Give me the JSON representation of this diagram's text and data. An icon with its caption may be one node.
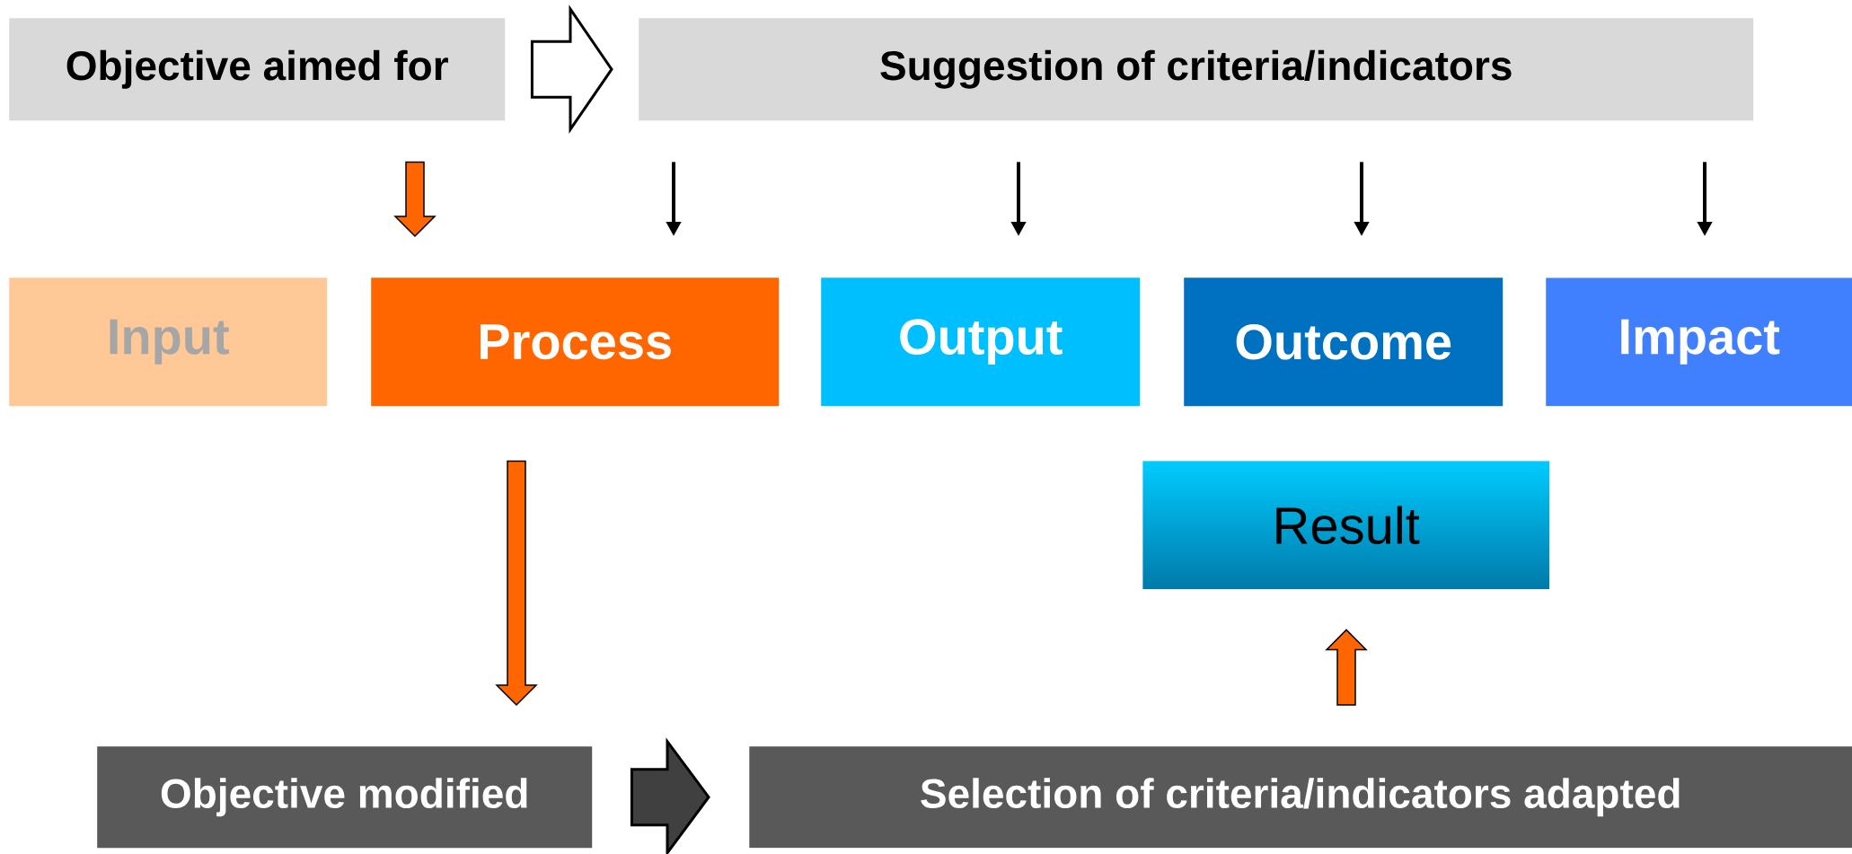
{
  "diagram": {
    "nodes": [
      {
        "text": [
          "Objective aimed for"
        ]
      },
      {
        "text": [
          "Suggestion of criteria/indicators"
        ]
      },
      {
        "text": [
          "Input"
        ]
      },
      {
        "text": [
          "Process"
        ]
      },
      {
        "text": [
          "Output"
        ]
      },
      {
        "text": [
          "Outcome"
        ]
      },
      {
        "text": [
          "Impact"
        ]
      },
      {
        "text": [
          "Result"
        ]
      },
      {
        "text": [
          "Objective modified"
        ]
      },
      {
        "text": [
          "Selection of criteria/indicators adapted"
        ]
      }
    ],
    "edges": [
      {
        "from": 0,
        "to": 1,
        "arrow": "to",
        "style": "thick"
      },
      {
        "from": 0,
        "to": 3,
        "arrow": "to",
        "style": "thick",
        "color": "#ff6600"
      },
      {
        "from": 1,
        "to": 3,
        "arrow": "to"
      },
      {
        "from": 1,
        "to": 4,
        "arrow": "to"
      },
      {
        "from": 1,
        "to": 5,
        "arrow": "to"
      },
      {
        "from": 1,
        "to": 6,
        "arrow": "to"
      },
      {
        "from": 3,
        "to": 8,
        "arrow": "to",
        "style": "thick",
        "color": "#ff6600"
      },
      {
        "from": 8,
        "to": 9,
        "arrow": "to",
        "style": "thick",
        "color": "#404040"
      },
      {
        "from": 9,
        "to": 7,
        "arrow": "to",
        "style": "thick",
        "color": "#ff6600"
      }
    ]
  }
}
